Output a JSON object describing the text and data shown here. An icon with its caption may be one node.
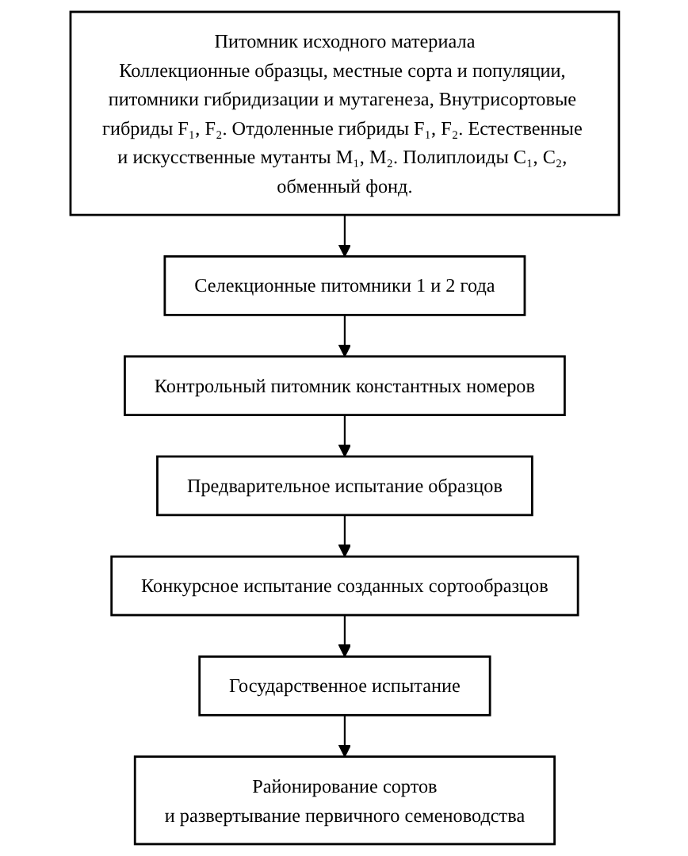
{
  "diagram": {
    "nodes": [
      {
        "text": [
          "Питомник исходного материала",
          "Коллекционные образцы, местные сорта и популяции, питомники гибридизации и мутагенеза, Внутрисортовые гибриды F₁, F₂. Отдоленные гибриды F₁, F₂. Естественные и искусственные мутанты M₁, M₂. Полиплоиды C₁, C₂, обменный фонд."
        ]
      },
      {
        "text": [
          "Селекционные питомники 1 и 2 года"
        ]
      },
      {
        "text": [
          "Контрольный питомник константных номеров"
        ]
      },
      {
        "text": [
          "Предварительное испытание образцов"
        ]
      },
      {
        "text": [
          "Конкурсное испытание созданных сортообразцов"
        ]
      },
      {
        "text": [
          "Государственное испытание"
        ]
      },
      {
        "text": [
          "Районирование сортов",
          "и развертывание первичного семеноводства"
        ]
      }
    ],
    "edges": [
      {
        "from": 0,
        "to": 1,
        "arrow": "to"
      },
      {
        "from": 1,
        "to": 2,
        "arrow": "to"
      },
      {
        "from": 2,
        "to": 3,
        "arrow": "to"
      },
      {
        "from": 3,
        "to": 4,
        "arrow": "to"
      },
      {
        "from": 4,
        "to": 5,
        "arrow": "to"
      },
      {
        "from": 5,
        "to": 6,
        "arrow": "to"
      }
    ]
  }
}
